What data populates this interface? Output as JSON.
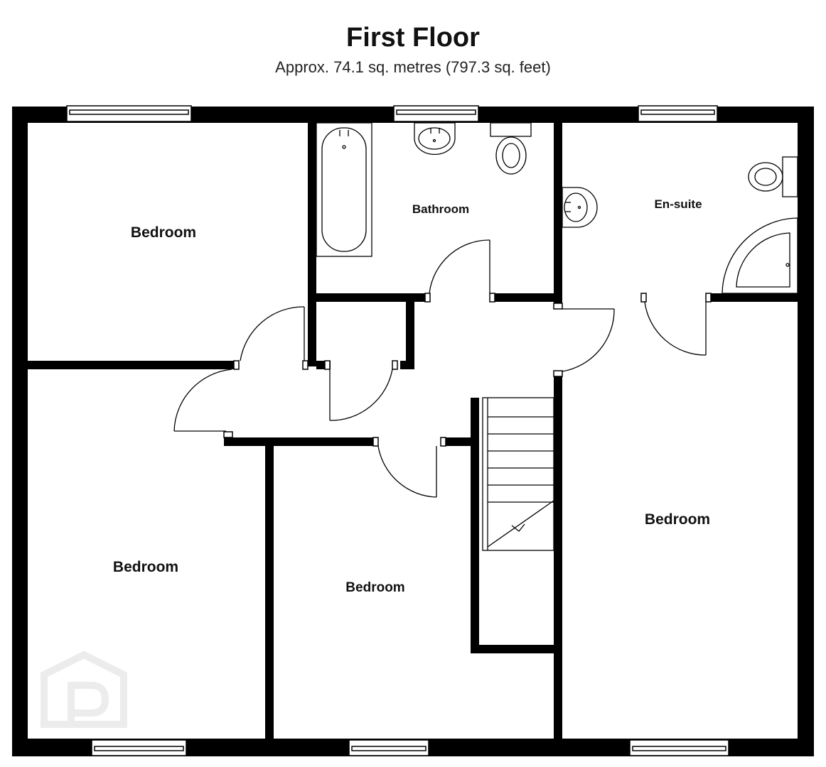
{
  "floor": {
    "title": "First Floor",
    "area": "Approx. 74.1 sq. metres (797.3 sq. feet)"
  },
  "rooms": {
    "bedroom_top_left": "Bedroom",
    "bathroom": "Bathroom",
    "en_suite": "En-suite",
    "bedroom_bottom_left": "Bedroom",
    "bedroom_bottom_middle": "Bedroom",
    "bedroom_right": "Bedroom"
  },
  "watermark": {
    "icon": "house-p-logo-icon"
  },
  "colors": {
    "wall": "#000000",
    "background": "#ffffff",
    "watermark": "#ececec"
  }
}
